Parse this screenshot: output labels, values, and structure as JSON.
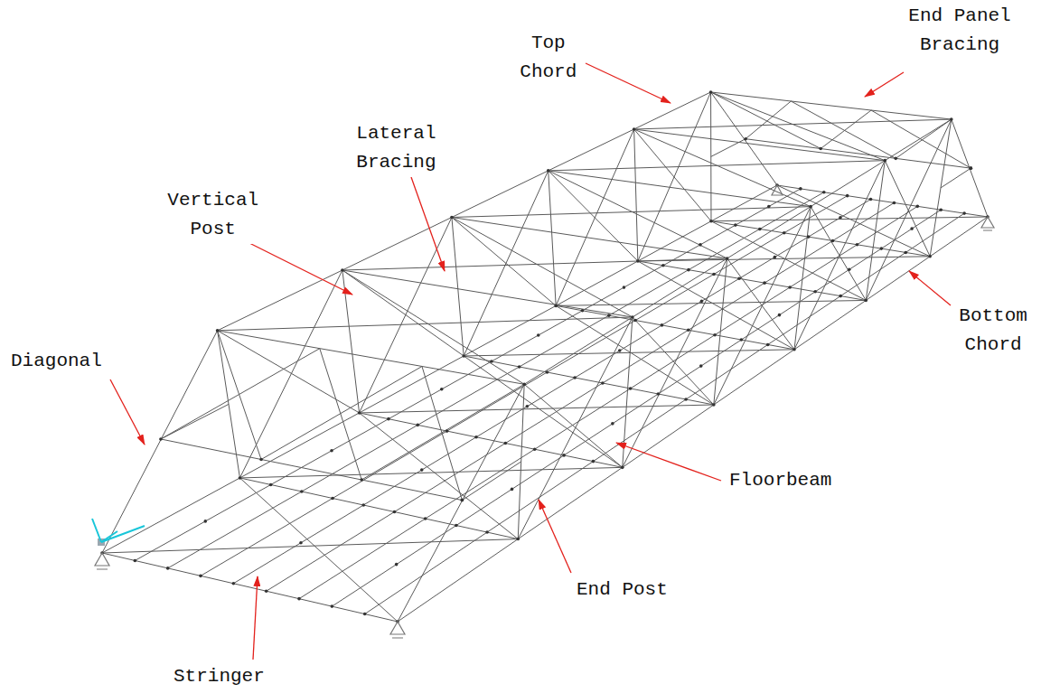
{
  "diagram": {
    "labels": [
      "End Panel Bracing",
      "Top Chord",
      "Lateral Bracing",
      "Vertical Post",
      "Bottom Chord",
      "Diagonal",
      "Floorbeam",
      "End Post",
      "Stringer"
    ]
  }
}
